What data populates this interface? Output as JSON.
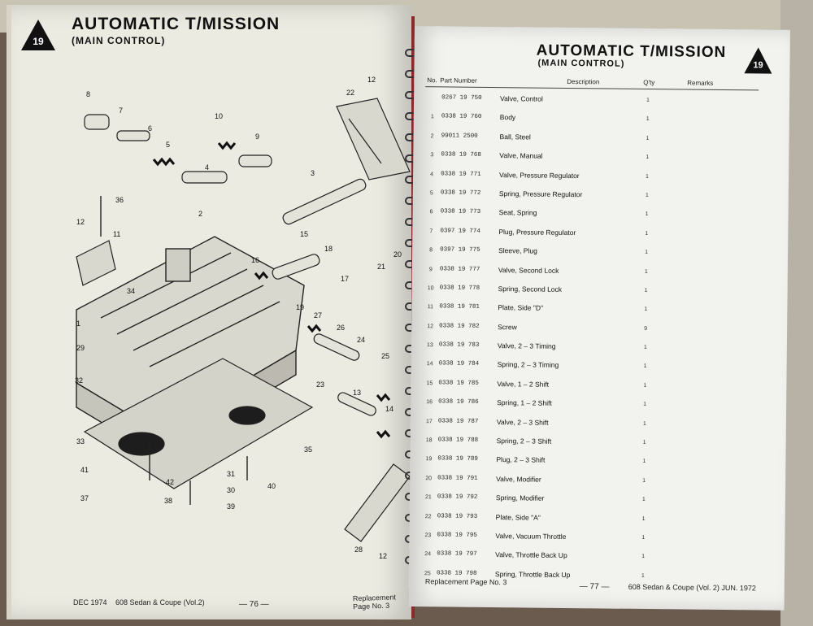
{
  "left_page": {
    "section_number": "19",
    "title": "AUTOMATIC T/MISSION",
    "subtitle": "(MAIN CONTROL)",
    "footer_date": "DEC 1974",
    "footer_model": "608  Sedan & Coupe (Vol.2)",
    "footer_page": "— 76 —",
    "footer_replacement": "Replacement Page No. 3",
    "callouts": [
      "1",
      "2",
      "3",
      "4",
      "5",
      "6",
      "7",
      "8",
      "9",
      "10",
      "11",
      "12",
      "12",
      "12",
      "13",
      "14",
      "15",
      "16",
      "17",
      "18",
      "19",
      "20",
      "21",
      "22",
      "23",
      "24",
      "25",
      "26",
      "27",
      "28",
      "29",
      "30",
      "31",
      "32",
      "33",
      "34",
      "35",
      "36",
      "37",
      "38",
      "39",
      "40",
      "41",
      "42"
    ]
  },
  "right_page": {
    "section_number": "19",
    "title": "AUTOMATIC T/MISSION",
    "subtitle": "(MAIN CONTROL)",
    "headers": {
      "no": "No.",
      "part_number": "Part Number",
      "description": "Description",
      "qty": "Q'ty",
      "remarks": "Remarks"
    },
    "rows": [
      {
        "no": "",
        "pn": "0267 19 750",
        "desc": "Valve, Control",
        "qty": "1",
        "rem": ""
      },
      {
        "no": "1",
        "pn": "0338 19 760",
        "desc": "Body",
        "qty": "1",
        "rem": ""
      },
      {
        "no": "2",
        "pn": "99011 2500",
        "desc": "Ball, Steel",
        "qty": "1",
        "rem": ""
      },
      {
        "no": "3",
        "pn": "0338 19 768",
        "desc": "Valve, Manual",
        "qty": "1",
        "rem": ""
      },
      {
        "no": "4",
        "pn": "0338 19 771",
        "desc": "Valve, Pressure Regulator",
        "qty": "1",
        "rem": ""
      },
      {
        "no": "5",
        "pn": "0338 19 772",
        "desc": "Spring, Pressure Regulator",
        "qty": "1",
        "rem": ""
      },
      {
        "no": "6",
        "pn": "0338 19 773",
        "desc": "Seat, Spring",
        "qty": "1",
        "rem": ""
      },
      {
        "no": "7",
        "pn": "0397 19 774",
        "desc": "Plug, Pressure Regulator",
        "qty": "1",
        "rem": ""
      },
      {
        "no": "8",
        "pn": "0397 19 775",
        "desc": "Sleeve, Plug",
        "qty": "1",
        "rem": ""
      },
      {
        "no": "9",
        "pn": "0338 19 777",
        "desc": "Valve, Second Lock",
        "qty": "1",
        "rem": ""
      },
      {
        "no": "10",
        "pn": "0338 19 778",
        "desc": "Spring, Second Lock",
        "qty": "1",
        "rem": ""
      },
      {
        "no": "11",
        "pn": "0338 19 781",
        "desc": "Plate, Side \"D\"",
        "qty": "1",
        "rem": ""
      },
      {
        "no": "12",
        "pn": "0338 19 782",
        "desc": "Screw",
        "qty": "9",
        "rem": ""
      },
      {
        "no": "13",
        "pn": "0338 19 783",
        "desc": "Valve, 2 – 3  Timing",
        "qty": "1",
        "rem": ""
      },
      {
        "no": "14",
        "pn": "0338 19 784",
        "desc": "Spring,  2 – 3  Timing",
        "qty": "1",
        "rem": ""
      },
      {
        "no": "15",
        "pn": "0338 19 785",
        "desc": "Valve,  1 – 2  Shift",
        "qty": "1",
        "rem": ""
      },
      {
        "no": "16",
        "pn": "0338 19 786",
        "desc": "Spring,  1 – 2  Shift",
        "qty": "1",
        "rem": ""
      },
      {
        "no": "17",
        "pn": "0338 19 787",
        "desc": "Valve,  2 – 3  Shift",
        "qty": "1",
        "rem": ""
      },
      {
        "no": "18",
        "pn": "0338 19 788",
        "desc": "Spring,  2 – 3  Shift",
        "qty": "1",
        "rem": ""
      },
      {
        "no": "19",
        "pn": "0338 19 789",
        "desc": "Plug,  2 – 3  Shift",
        "qty": "1",
        "rem": ""
      },
      {
        "no": "20",
        "pn": "0338 19 791",
        "desc": "Valve, Modifier",
        "qty": "1",
        "rem": ""
      },
      {
        "no": "21",
        "pn": "0338 19 792",
        "desc": "Spring, Modifier",
        "qty": "1",
        "rem": ""
      },
      {
        "no": "22",
        "pn": "0338 19 793",
        "desc": "Plate, Side \"A\"",
        "qty": "1",
        "rem": ""
      },
      {
        "no": "23",
        "pn": "0338 19 795",
        "desc": "Valve, Vacuum Throttle",
        "qty": "1",
        "rem": ""
      },
      {
        "no": "24",
        "pn": "0338 19 797",
        "desc": "Valve, Throttle Back Up",
        "qty": "1",
        "rem": ""
      },
      {
        "no": "25",
        "pn": "0338 19 798",
        "desc": "Spring, Throttle Back Up",
        "qty": "1",
        "rem": ""
      }
    ],
    "footer_replacement": "Replacement Page No. 3",
    "footer_page": "— 77 —",
    "footer_model": "608  Sedan & Coupe (Vol. 2)   JUN.  1972"
  }
}
